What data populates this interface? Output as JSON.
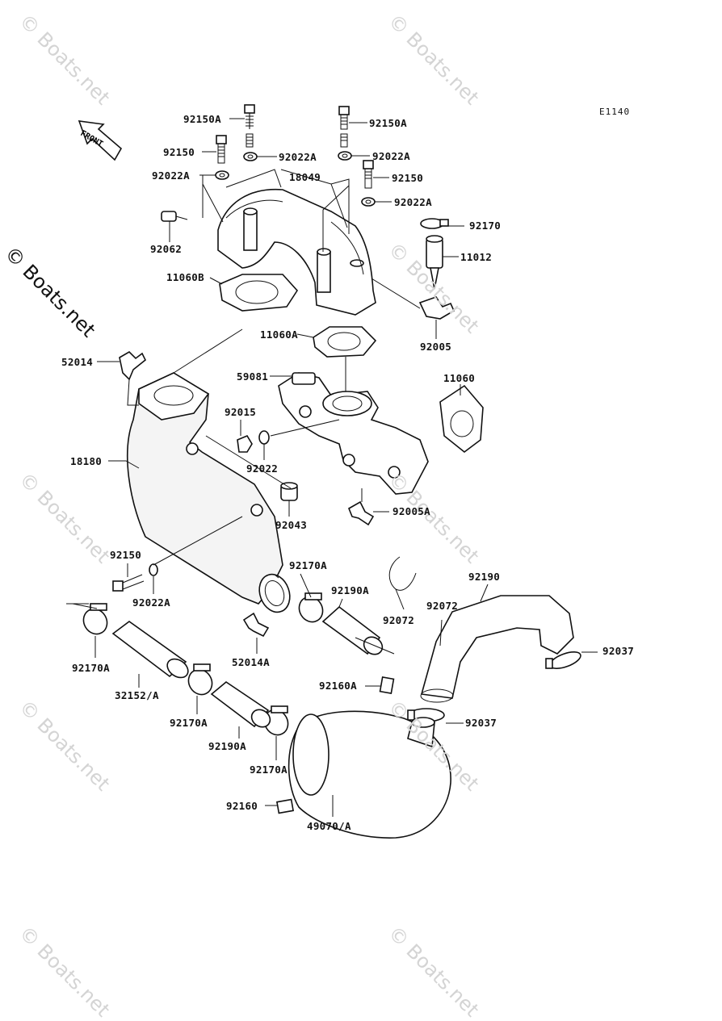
{
  "diagram_code": "E1140",
  "front_label": "FRONT",
  "watermark_main": "© Boats.net",
  "watermark_faint": "© Boats.net",
  "labels": [
    "92150A",
    "92150A",
    "92150",
    "92022A",
    "92022A",
    "92022A",
    "92150",
    "18049",
    "92022A",
    "92170",
    "92062",
    "11012",
    "11060B",
    "92005",
    "11060A",
    "52014",
    "59081",
    "11060",
    "92015",
    "92022",
    "18180",
    "92043",
    "92005A",
    "92150",
    "92170A",
    "92190",
    "92022A",
    "92190A",
    "92072",
    "92037",
    "52014A",
    "92170A",
    "32152/A",
    "92160A",
    "92170A",
    "92037",
    "92190A",
    "92170A",
    "92160",
    "49070/A"
  ]
}
